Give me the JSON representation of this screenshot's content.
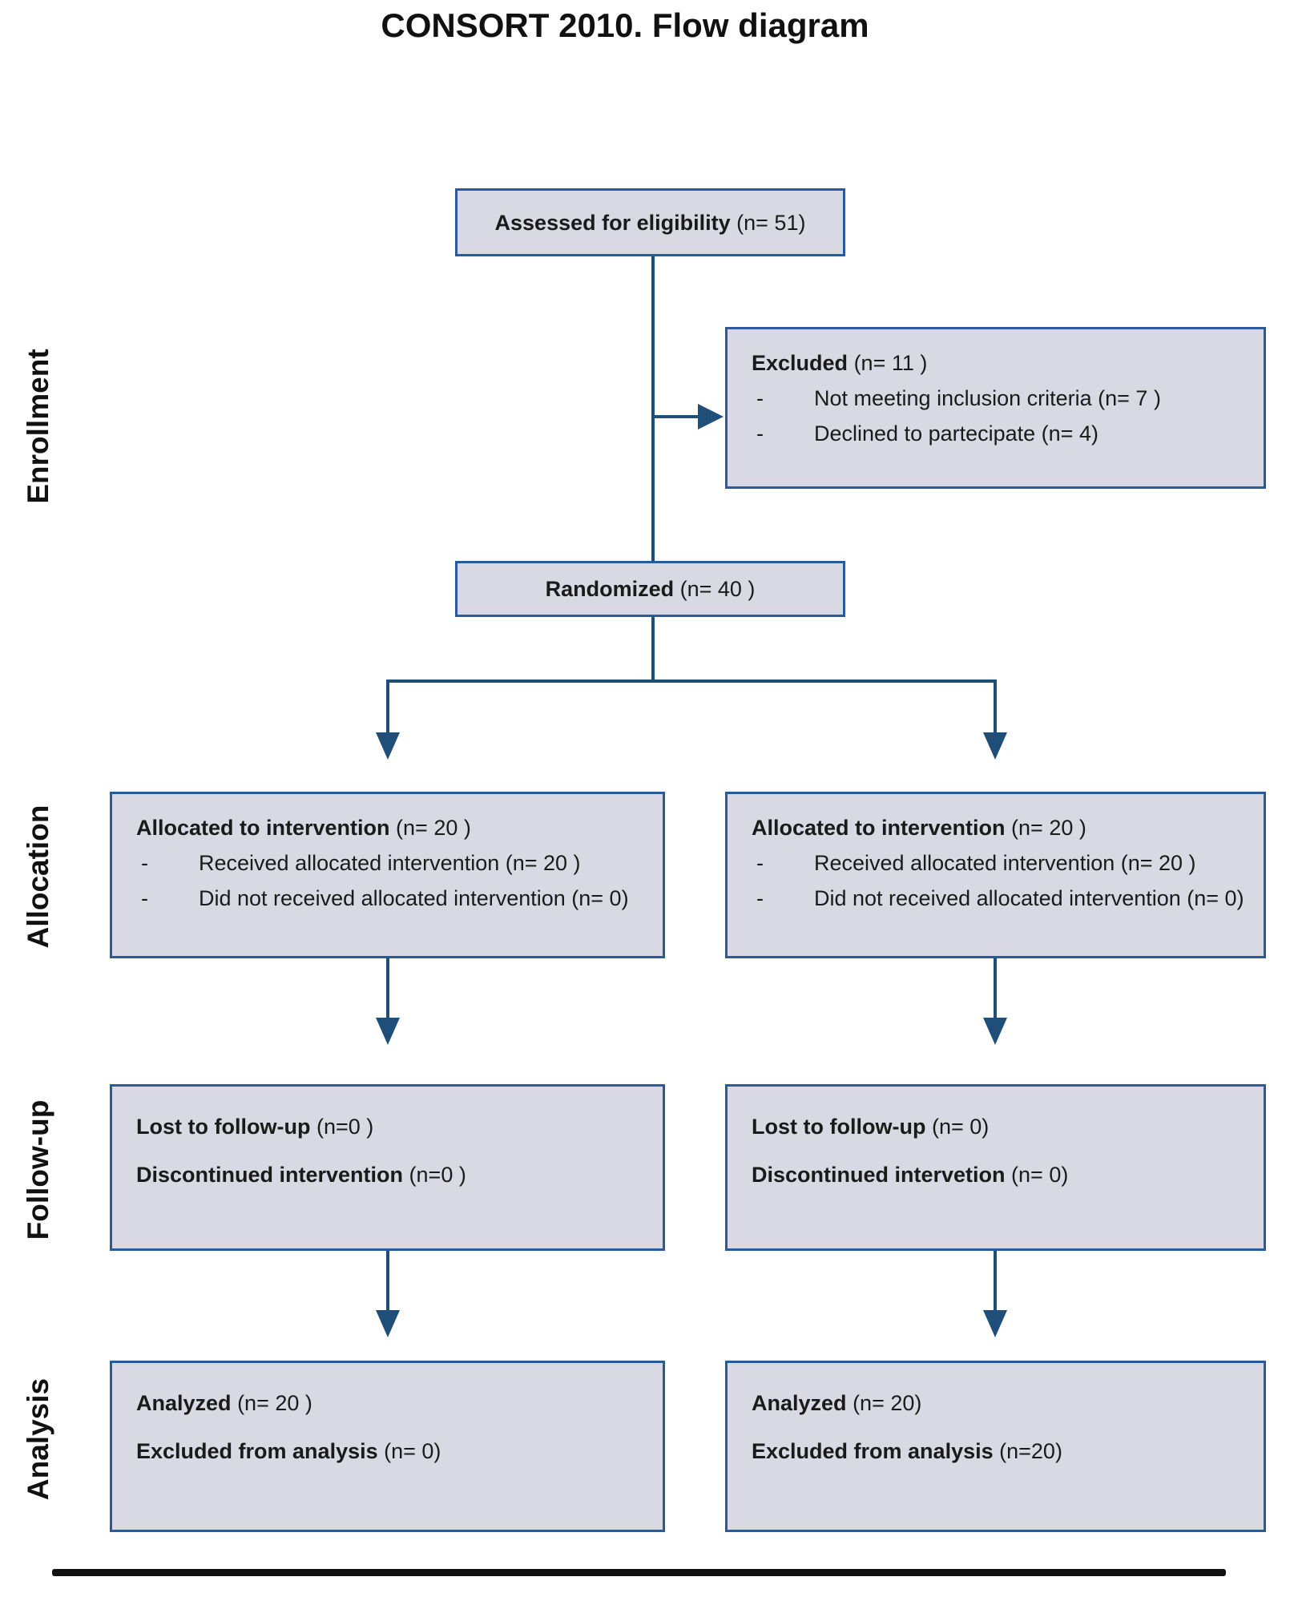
{
  "title": "CONSORT 2010. Flow diagram",
  "bullet_char": "-",
  "colors": {
    "box_fill": "#d9d9e3",
    "box_border": "#2a5a9e",
    "arrow": "#1f4e79",
    "text": "#1a1a1a",
    "baseline": "#111111"
  },
  "stages": {
    "enrollment": "Enrollment",
    "allocation": "Allocation",
    "followup": "Follow-up",
    "analysis": "Analysis"
  },
  "boxes": {
    "assessed": {
      "label": "Assessed for eligibility",
      "n": "(n= 51)"
    },
    "excluded": {
      "label": "Excluded",
      "n": "(n= 11 )",
      "items": [
        "Not meeting inclusion criteria (n= 7 )",
        "Declined to partecipate (n= 4)"
      ]
    },
    "randomized": {
      "label": "Randomized",
      "n": "(n= 40 )"
    },
    "allocation_left": {
      "label": "Allocated to intervention",
      "n": "(n= 20 )",
      "items": [
        "Received allocated intervention (n= 20 )",
        "Did not received allocated intervention (n= 0)"
      ]
    },
    "allocation_right": {
      "label": "Allocated to intervention",
      "n": "(n= 20 )",
      "items": [
        "Received allocated intervention (n= 20 )",
        "Did not received allocated intervention (n= 0)"
      ]
    },
    "followup_left": {
      "lines": [
        {
          "label": "Lost to follow-up",
          "n": "(n=0 )"
        },
        {
          "label": "Discontinued intervention",
          "n": "(n=0 )"
        }
      ]
    },
    "followup_right": {
      "lines": [
        {
          "label": "Lost to follow-up",
          "n": "(n= 0)"
        },
        {
          "label": "Discontinued intervetion",
          "n": "(n= 0)"
        }
      ]
    },
    "analysis_left": {
      "lines": [
        {
          "label": "Analyzed",
          "n": "(n= 20 )"
        },
        {
          "label": "Excluded from analysis",
          "n": "(n= 0)"
        }
      ]
    },
    "analysis_right": {
      "lines": [
        {
          "label": "Analyzed",
          "n": "(n= 20)"
        },
        {
          "label": "Excluded from analysis",
          "n": "(n=20)"
        }
      ]
    }
  }
}
